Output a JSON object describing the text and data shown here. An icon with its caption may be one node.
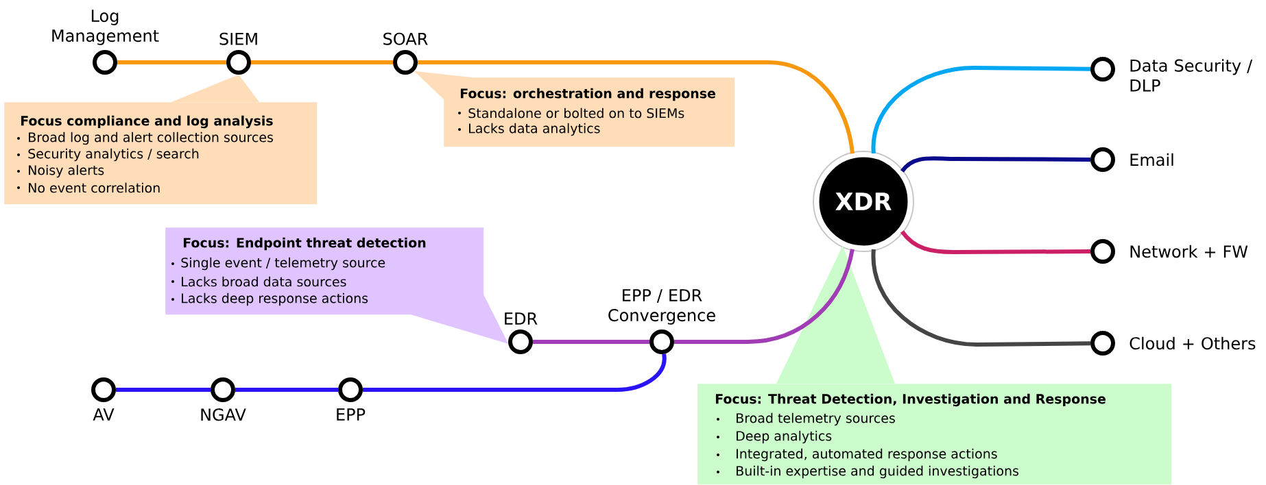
{
  "diagram": {
    "nodes": [
      {
        "text": [
          "Log Management"
        ]
      },
      {
        "text": [
          "SIEM"
        ]
      },
      {
        "text": [
          "SOAR"
        ]
      },
      {
        "text": [
          "Focus compliance and log analysis",
          "Broad log and alert collection sources",
          "Security analytics / search",
          "Noisy alerts",
          "No event correlation"
        ]
      },
      {
        "text": [
          "Focus: orchestration and response",
          "Standalone or bolted on to SIEMs",
          "Lacks data analytics"
        ]
      },
      {
        "text": [
          "XDR"
        ]
      },
      {
        "text": [
          "Data Security / DLP"
        ]
      },
      {
        "text": [
          "Email"
        ]
      },
      {
        "text": [
          "Network + FW"
        ]
      },
      {
        "text": [
          "Cloud + Others"
        ]
      },
      {
        "text": [
          "Focus: Endpoint threat detection",
          "Single event / telemetry source",
          "Lacks broad data sources",
          "Lacks deep response actions"
        ]
      },
      {
        "text": [
          "EDR"
        ]
      },
      {
        "text": [
          "EPP / EDR Convergence"
        ]
      },
      {
        "text": [
          "AV"
        ]
      },
      {
        "text": [
          "NGAV"
        ]
      },
      {
        "text": [
          "EPP"
        ]
      },
      {
        "text": [
          "Focus: Threat Detection, Investigation and Response",
          "Broad telemetry sources",
          "Deep analytics",
          "Integrated, automated response actions",
          "Built-in expertise and guided investigations"
        ]
      }
    ],
    "edges": [
      {
        "from": 0,
        "to": 1,
        "arrow": "none",
        "color": "#f7980f"
      },
      {
        "from": 1,
        "to": 2,
        "arrow": "none",
        "color": "#f7980f"
      },
      {
        "from": 2,
        "to": 5,
        "arrow": "none",
        "color": "#f7980f"
      },
      {
        "from": 5,
        "to": 6,
        "arrow": "none",
        "color": "#00a8f4"
      },
      {
        "from": 5,
        "to": 7,
        "arrow": "none",
        "color": "#0a0a8c"
      },
      {
        "from": 5,
        "to": 8,
        "arrow": "none",
        "color": "#cc2066"
      },
      {
        "from": 5,
        "to": 9,
        "arrow": "none",
        "color": "#454545"
      },
      {
        "from": 11,
        "to": 12,
        "arrow": "none",
        "color": "#a03cb4"
      },
      {
        "from": 12,
        "to": 5,
        "arrow": "none",
        "color": "#a03cb4"
      },
      {
        "from": 13,
        "to": 14,
        "arrow": "none",
        "color": "#2a14f5"
      },
      {
        "from": 14,
        "to": 15,
        "arrow": "none",
        "color": "#2a14f5"
      },
      {
        "from": 15,
        "to": 12,
        "arrow": "none",
        "color": "#2a14f5"
      },
      {
        "from": 1,
        "to": 3,
        "arrow": "both",
        "color": "#feddb8"
      },
      {
        "from": 2,
        "to": 4,
        "arrow": "both",
        "color": "#feddb8"
      },
      {
        "from": 11,
        "to": 10,
        "arrow": "both",
        "color": "#dfc4ff"
      },
      {
        "from": 16,
        "to": 5,
        "arrow": "to",
        "color": "#ccfccc"
      }
    ]
  }
}
